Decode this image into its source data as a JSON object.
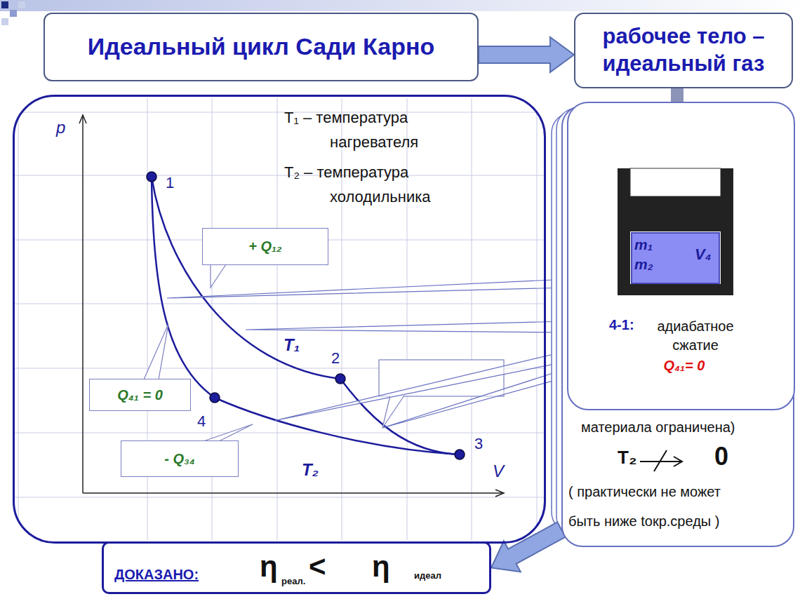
{
  "diagram": {
    "nodes": [
      {
        "text": [
          "Идеальный цикл Сади Карно"
        ]
      },
      {
        "text": [
          "рабочее тело – идеальный газ"
        ]
      },
      {
        "text": [
          "T₁ – температура нагревателя",
          "T₂ – температура холодильника"
        ]
      },
      {
        "text": [
          "+ Q₁₂"
        ],
        "in": 2
      },
      {
        "text": [
          "Q₄₁ = 0"
        ],
        "in": 2
      },
      {
        "text": [
          "- Q₃₄"
        ],
        "in": 2
      },
      {
        "text": [
          "материала ограничена)",
          "T₂",
          "0",
          "( практически не может быть ниже tокр.среды )"
        ]
      },
      {
        "text": [
          "m₁",
          "m₂",
          "V₄",
          "4-1:",
          "адиабатное сжатие",
          "Q₄₁= 0"
        ]
      },
      {
        "text": [
          "ДОКАЗАНО:",
          "η",
          "реал.",
          "<",
          "η",
          "идеал"
        ]
      }
    ],
    "edges": [
      {
        "from": 0,
        "to": 1,
        "arrow": "to"
      },
      {
        "from": 6,
        "to": 8,
        "arrow": "to"
      }
    ],
    "labels": [
      "p",
      "V",
      "1",
      "2",
      "3",
      "4",
      "T₁",
      "T₂"
    ]
  }
}
